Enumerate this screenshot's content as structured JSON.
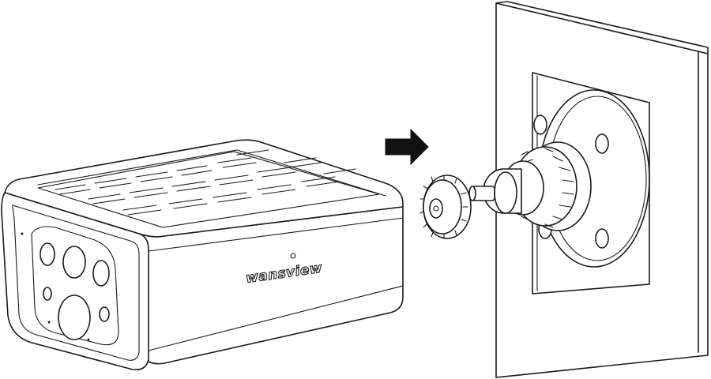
{
  "diagram": {
    "brand_logo_text": "wansview",
    "arrow_direction": "right",
    "components": [
      "camera",
      "mounting-knob",
      "wall-bracket",
      "wall-plate"
    ],
    "colors": {
      "line": "#1a1a1a",
      "background": "#ffffff",
      "arrow": "#111111"
    }
  }
}
